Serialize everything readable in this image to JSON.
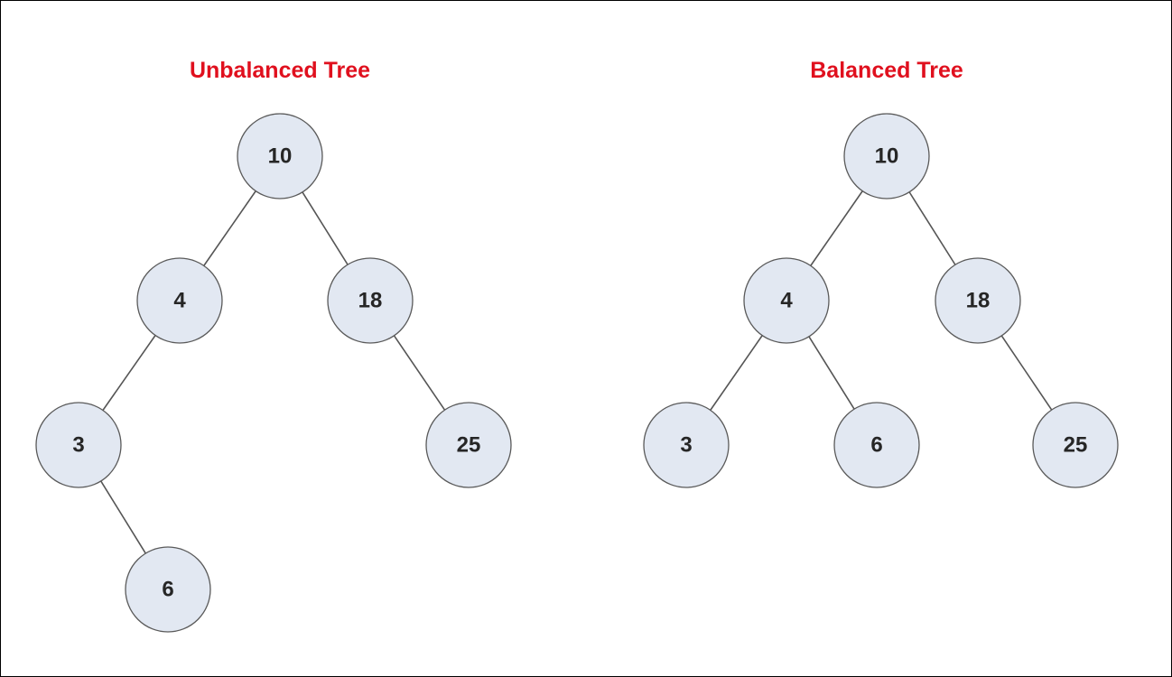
{
  "colors": {
    "title": "#e0101e",
    "node_fill": "#e2e8f2",
    "node_stroke": "#5a5a5a",
    "edge": "#555555",
    "label": "#262626"
  },
  "trees": [
    {
      "title": "Unbalanced Tree",
      "nodes": [
        {
          "id": "u10",
          "label": "10"
        },
        {
          "id": "u4",
          "label": "4"
        },
        {
          "id": "u18",
          "label": "18"
        },
        {
          "id": "u3",
          "label": "3"
        },
        {
          "id": "u25",
          "label": "25"
        },
        {
          "id": "u6",
          "label": "6"
        }
      ],
      "edges": [
        [
          "u10",
          "u4"
        ],
        [
          "u10",
          "u18"
        ],
        [
          "u4",
          "u3"
        ],
        [
          "u18",
          "u25"
        ],
        [
          "u3",
          "u6"
        ]
      ]
    },
    {
      "title": "Balanced Tree",
      "nodes": [
        {
          "id": "b10",
          "label": "10"
        },
        {
          "id": "b4",
          "label": "4"
        },
        {
          "id": "b18",
          "label": "18"
        },
        {
          "id": "b3",
          "label": "3"
        },
        {
          "id": "b6",
          "label": "6"
        },
        {
          "id": "b25",
          "label": "25"
        }
      ],
      "edges": [
        [
          "b10",
          "b4"
        ],
        [
          "b10",
          "b18"
        ],
        [
          "b4",
          "b3"
        ],
        [
          "b4",
          "b6"
        ],
        [
          "b18",
          "b25"
        ]
      ]
    }
  ]
}
